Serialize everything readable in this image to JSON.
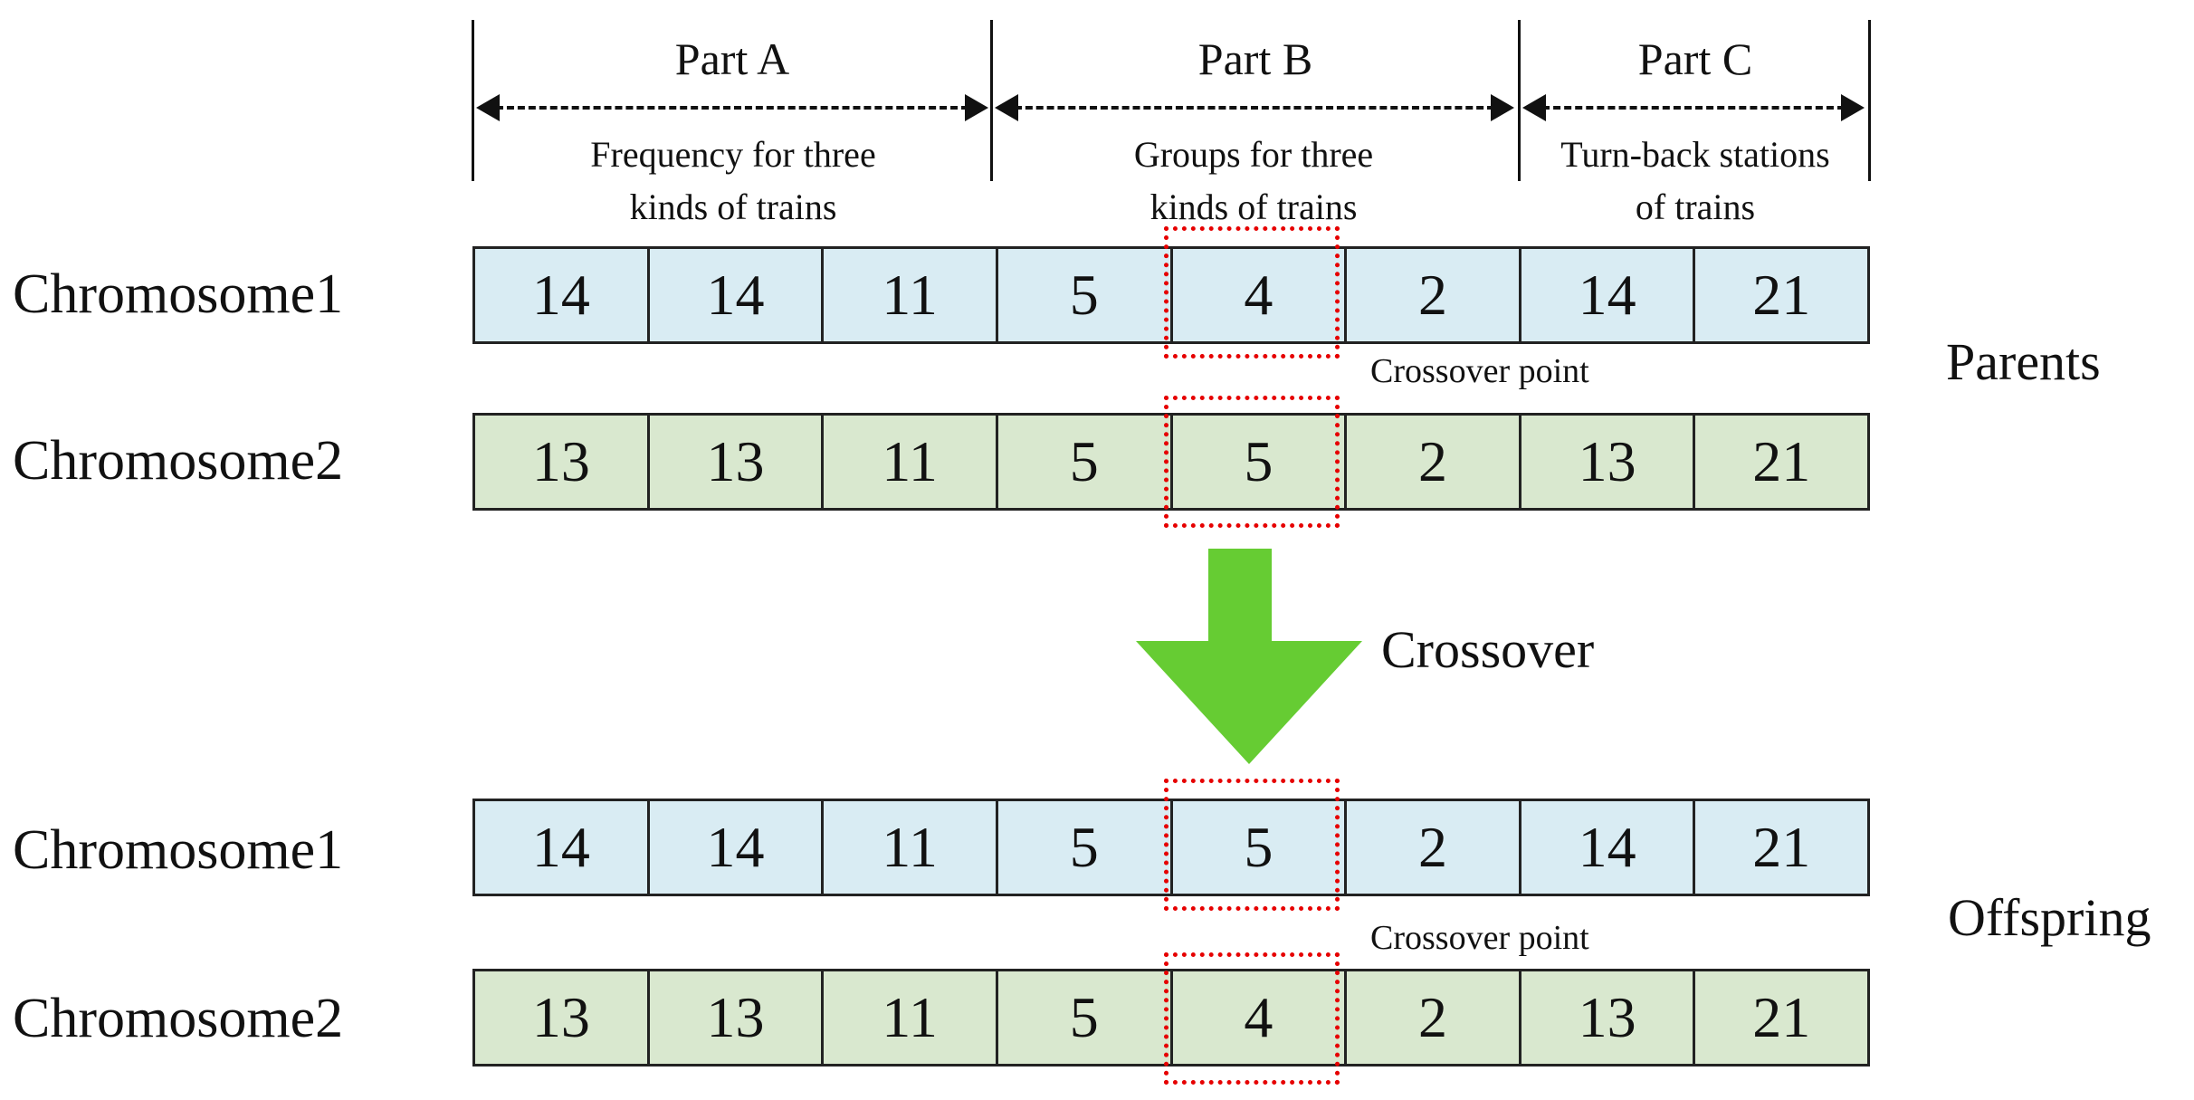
{
  "parts": [
    {
      "title": "Part A",
      "desc_line1": "Frequency for three",
      "desc_line2": "kinds of trains"
    },
    {
      "title": "Part B",
      "desc_line1": "Groups for three",
      "desc_line2": "kinds of trains"
    },
    {
      "title": "Part C",
      "desc_line1": "Turn-back stations",
      "desc_line2": "of trains"
    }
  ],
  "parents": {
    "label": "Parents",
    "chromosome1": {
      "label": "Chromosome1",
      "genes": [
        "14",
        "14",
        "11",
        "5",
        "4",
        "2",
        "14",
        "21"
      ]
    },
    "crossover_point_label": "Crossover point",
    "chromosome2": {
      "label": "Chromosome2",
      "genes": [
        "13",
        "13",
        "11",
        "5",
        "5",
        "2",
        "13",
        "21"
      ]
    }
  },
  "crossover_label": "Crossover",
  "offspring": {
    "label": "Offspring",
    "chromosome1": {
      "label": "Chromosome1",
      "genes": [
        "14",
        "14",
        "11",
        "5",
        "5",
        "2",
        "14",
        "21"
      ]
    },
    "crossover_point_label": "Crossover point",
    "chromosome2": {
      "label": "Chromosome2",
      "genes": [
        "13",
        "13",
        "11",
        "5",
        "4",
        "2",
        "13",
        "21"
      ]
    }
  },
  "colors": {
    "chromosome1_fill": "#d9ecf3",
    "chromosome2_fill": "#d9e8cf",
    "crossover_arrow": "#66cc33",
    "crossover_box": "#e60000"
  }
}
